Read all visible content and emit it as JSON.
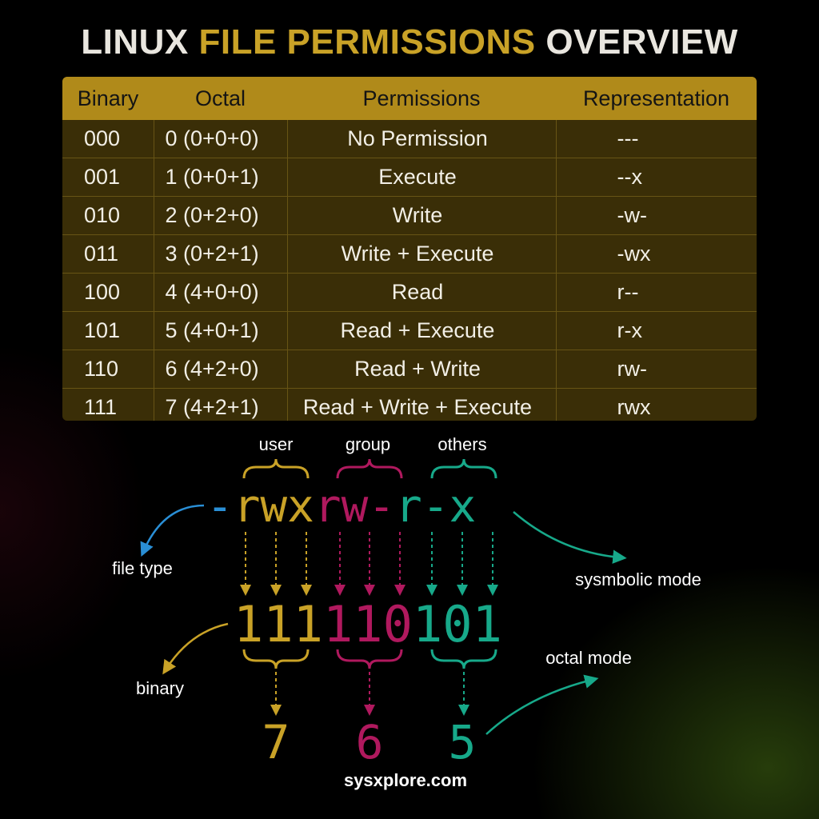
{
  "title": {
    "part1": "LINUX",
    "part2": "FILE PERMISSIONS",
    "part3": "OVERVIEW"
  },
  "colors": {
    "gold": "#c9a227",
    "magenta": "#b0195e",
    "teal": "#17a98a",
    "blue": "#2a8fd6"
  },
  "table": {
    "headers": [
      "Binary",
      "Octal",
      "Permissions",
      "Representation"
    ],
    "rows": [
      [
        "000",
        "0 (0+0+0)",
        "No Permission",
        "---"
      ],
      [
        "001",
        "1 (0+0+1)",
        "Execute",
        "--x"
      ],
      [
        "010",
        "2 (0+2+0)",
        "Write",
        "-w-"
      ],
      [
        "011",
        "3 (0+2+1)",
        "Write + Execute",
        "-wx"
      ],
      [
        "100",
        "4 (4+0+0)",
        "Read",
        "r--"
      ],
      [
        "101",
        "5 (4+0+1)",
        "Read + Execute",
        "r-x"
      ],
      [
        "110",
        "6 (4+2+0)",
        "Read + Write",
        "rw-"
      ],
      [
        "111",
        "7 (4+2+1)",
        "Read + Write + Execute",
        "rwx"
      ]
    ]
  },
  "diagram": {
    "group_labels": {
      "user": "user",
      "group": "group",
      "others": "others"
    },
    "filetype_char": "-",
    "symbolic": {
      "user": "rwx",
      "group": "rw-",
      "others": "r-x"
    },
    "binary": {
      "user": "111",
      "group": "110",
      "others": "101"
    },
    "octal": {
      "user": "7",
      "group": "6",
      "others": "5"
    },
    "annotations": {
      "file_type": "file type",
      "symbolic_mode": "sysmbolic mode",
      "binary": "binary",
      "octal_mode": "octal mode"
    },
    "footer": "sysxplore.com"
  }
}
